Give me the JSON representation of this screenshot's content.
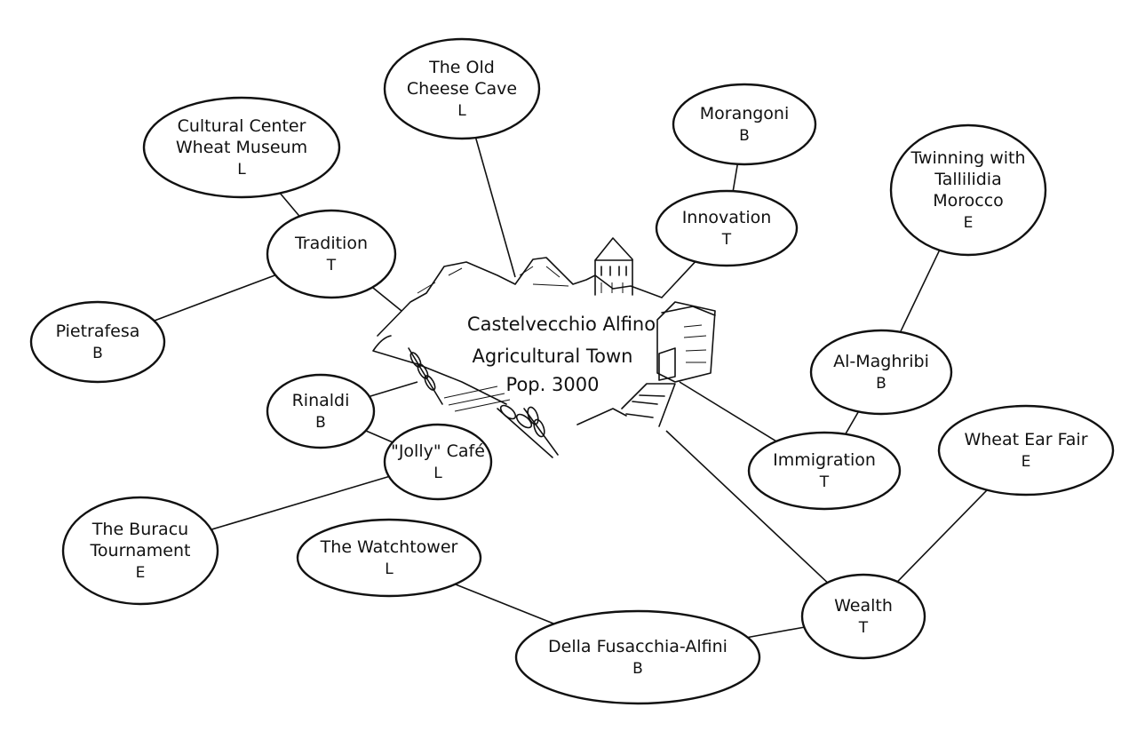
{
  "center": {
    "name": "Castelvecchio Alfino",
    "type": "Agricultural Town",
    "population": "Pop. 3000"
  },
  "nodes": [
    {
      "id": "cultural-center-wheat-museum",
      "lines": [
        "Cultural Center",
        "Wheat Museum"
      ],
      "code": "L"
    },
    {
      "id": "old-cheese-cave",
      "lines": [
        "The Old",
        "Cheese Cave"
      ],
      "code": "L"
    },
    {
      "id": "morangoni",
      "lines": [
        "Morangoni"
      ],
      "code": "B"
    },
    {
      "id": "twinning-tallilidia",
      "lines": [
        "Twinning with",
        "Tallilidia",
        "Morocco"
      ],
      "code": "E"
    },
    {
      "id": "tradition",
      "lines": [
        "Tradition"
      ],
      "code": "T"
    },
    {
      "id": "innovation",
      "lines": [
        "Innovation"
      ],
      "code": "T"
    },
    {
      "id": "pietrafesa",
      "lines": [
        "Pietrafesa"
      ],
      "code": "B"
    },
    {
      "id": "al-maghribi",
      "lines": [
        "Al-Maghribi"
      ],
      "code": "B"
    },
    {
      "id": "rinaldi",
      "lines": [
        "Rinaldi"
      ],
      "code": "B"
    },
    {
      "id": "jolly-cafe",
      "lines": [
        "\"Jolly\" Café"
      ],
      "code": "L"
    },
    {
      "id": "wheat-ear-fair",
      "lines": [
        "Wheat Ear Fair"
      ],
      "code": "E"
    },
    {
      "id": "immigration",
      "lines": [
        "Immigration"
      ],
      "code": "T"
    },
    {
      "id": "buracu-tournament",
      "lines": [
        "The Buracu",
        "Tournament"
      ],
      "code": "E"
    },
    {
      "id": "watchtower",
      "lines": [
        "The Watchtower"
      ],
      "code": "L"
    },
    {
      "id": "wealth",
      "lines": [
        "Wealth"
      ],
      "code": "T"
    },
    {
      "id": "della-fusacchia-alfini",
      "lines": [
        "Della Fusacchia-Alfini"
      ],
      "code": "B"
    }
  ],
  "edges": [
    [
      "cultural-center-wheat-museum",
      "tradition"
    ],
    [
      "tradition",
      "pietrafesa"
    ],
    [
      "tradition",
      "center"
    ],
    [
      "old-cheese-cave",
      "center"
    ],
    [
      "morangoni",
      "innovation"
    ],
    [
      "innovation",
      "center"
    ],
    [
      "twinning-tallilidia",
      "al-maghribi"
    ],
    [
      "al-maghribi",
      "immigration"
    ],
    [
      "immigration",
      "center"
    ],
    [
      "rinaldi",
      "center"
    ],
    [
      "rinaldi",
      "jolly-cafe"
    ],
    [
      "jolly-cafe",
      "buracu-tournament"
    ],
    [
      "wheat-ear-fair",
      "wealth"
    ],
    [
      "wealth",
      "center"
    ],
    [
      "wealth",
      "della-fusacchia-alfini"
    ],
    [
      "watchtower",
      "della-fusacchia-alfini"
    ]
  ]
}
